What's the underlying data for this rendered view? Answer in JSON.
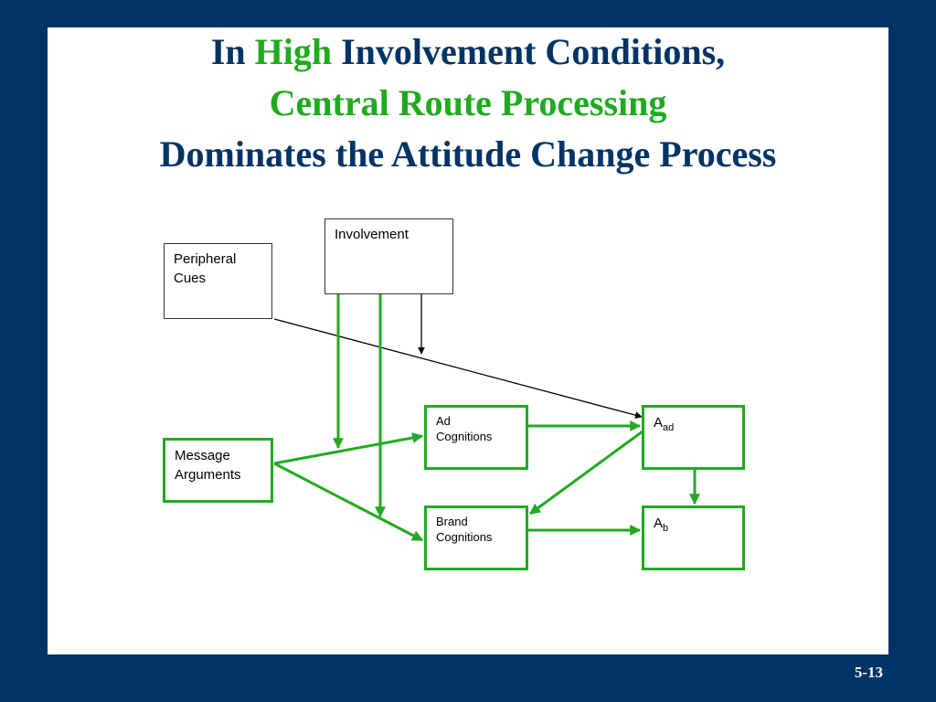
{
  "title": {
    "line1_pre": "In ",
    "line1_green": "High",
    "line1_post": " Involvement Conditions,",
    "line2": "Central Route Processing",
    "line3": "Dominates the Attitude Change Process"
  },
  "nodes": {
    "involvement": "Involvement",
    "peripheral_cues": "Peripheral\nCues",
    "message_arguments": "Message\nArguments",
    "ad_cognitions": "Ad\nCognitions",
    "brand_cognitions": "Brand\nCognitions",
    "aad_main": "A",
    "aad_sub": "ad",
    "ab_main": "A",
    "ab_sub": "b"
  },
  "colors": {
    "background": "#003366",
    "title_blue": "#003366",
    "title_green": "#1faa1f",
    "arrow_green": "#22aa22",
    "arrow_black": "#000000"
  },
  "slide_number": "5-13"
}
